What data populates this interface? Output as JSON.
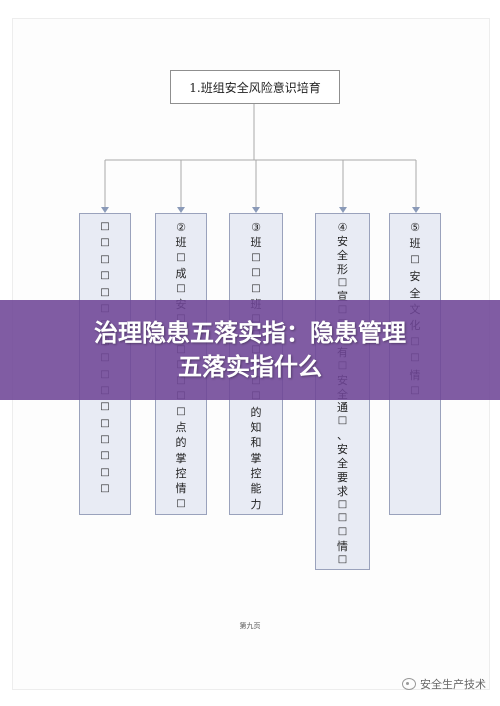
{
  "root": {
    "label": "1.班组安全风险意识培育"
  },
  "columns": [
    {
      "chars": [
        "□",
        "□",
        "□",
        "□",
        "□",
        "□",
        "□",
        "□",
        "□",
        "□",
        "□",
        "□",
        "□",
        "□",
        "□",
        "□",
        "□"
      ]
    },
    {
      "chars": [
        "②",
        "班",
        "□",
        "成",
        "□",
        "安",
        "□",
        "□",
        "□",
        "□",
        "□",
        "□",
        "□",
        "点",
        "的",
        "掌",
        "控",
        "情",
        "□"
      ]
    },
    {
      "chars": [
        "③",
        "班",
        "□",
        "□",
        "□",
        "班",
        "□",
        "□",
        "□",
        "□",
        "□",
        "□",
        "的",
        "知",
        "和",
        "掌",
        "控",
        "能",
        "力"
      ]
    },
    {
      "chars": [
        "④",
        "安",
        "全",
        "形",
        "□",
        "宣",
        "□",
        "□",
        "□",
        "有",
        "□",
        "安",
        "全",
        "通",
        "□",
        "、",
        "安",
        "全",
        "要",
        "求",
        "□",
        "□",
        "□",
        "情",
        "□"
      ]
    },
    {
      "chars": [
        "⑤",
        "班",
        "□",
        "安",
        "全",
        "文",
        "化",
        "□",
        "□",
        "情",
        "□"
      ]
    }
  ],
  "banner": {
    "line1": "治理隐患五落实指：隐患管理",
    "line2": "五落实指什么"
  },
  "page_number": "第九页",
  "watermark": {
    "text": "安全生产技术",
    "icon": "wechat-icon"
  }
}
